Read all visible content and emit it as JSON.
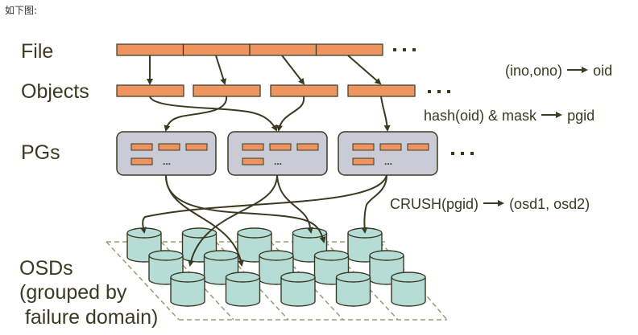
{
  "caption": "如下图:",
  "labels": {
    "file": "File",
    "objects": "Objects",
    "pgs": "PGs",
    "osds_line1": "OSDs",
    "osds_line2": "(grouped by",
    "osds_line3": " failure domain)"
  },
  "rules": [
    {
      "from": "(ino,ono)",
      "to": "oid"
    },
    {
      "from": "hash(oid) & mask",
      "to": "pgid"
    },
    {
      "from": "CRUSH(pgid)",
      "to": "(osd1, osd2)"
    }
  ],
  "ellipsis": "...",
  "colors": {
    "object_fill": "#ee9460",
    "outline": "#3a3a22",
    "pg_fill": "#c9ccd6",
    "osd_fill": "#b6dcd6",
    "grid_dash": "#9a9a78"
  },
  "structure": {
    "file_segments": 4,
    "object_count": 4,
    "pg_count": 3,
    "objects_per_pg_shown": 4,
    "osd_rows": 3,
    "osds_per_row": 5
  }
}
